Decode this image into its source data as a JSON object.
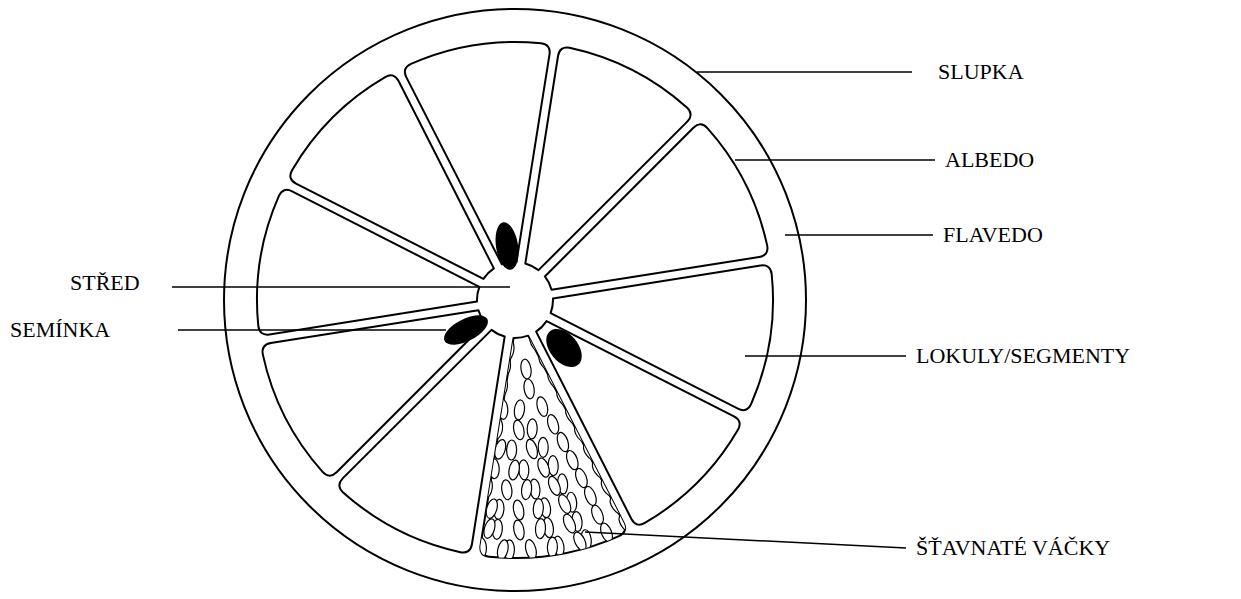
{
  "diagram": {
    "labels": [
      "SLUPKA",
      "ALBEDO",
      "FLAVEDO",
      "STŘED",
      "SEMÍNKA",
      "LOKULY/SEGMENTY",
      "ŠŤAVNATÉ VÁČKY"
    ]
  }
}
